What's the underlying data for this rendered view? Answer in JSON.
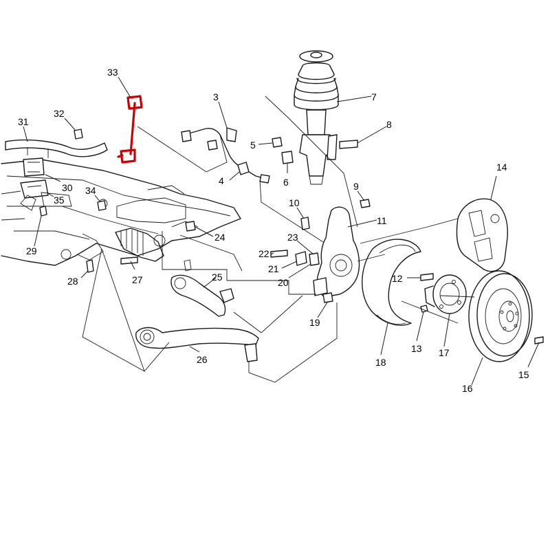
{
  "diagram": {
    "highlight_color": "#cc0000",
    "callouts": {
      "c3": "3",
      "c4": "4",
      "c5": "5",
      "c6": "6",
      "c7": "7",
      "c8": "8",
      "c9": "9",
      "c10": "10",
      "c11": "11",
      "c12": "12",
      "c13": "13",
      "c14": "14",
      "c15": "15",
      "c16": "16",
      "c17": "17",
      "c18": "18",
      "c19": "19",
      "c20": "20",
      "c21": "21",
      "c22": "22",
      "c23": "23",
      "c24": "24",
      "c25": "25",
      "c26": "26",
      "c27": "27",
      "c28": "28",
      "c29": "29",
      "c30": "30",
      "c31": "31",
      "c32": "32",
      "c33": "33",
      "c34": "34",
      "c35": "35"
    }
  }
}
